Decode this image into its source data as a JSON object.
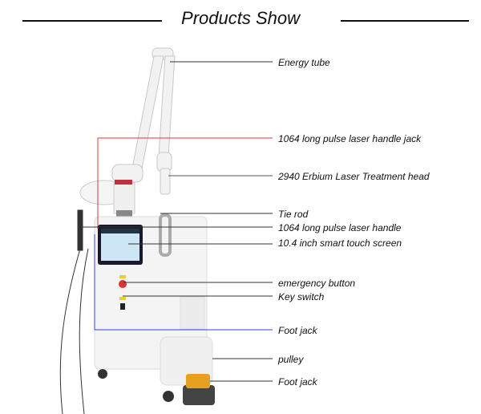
{
  "title": "Products Show",
  "labels": [
    "Energy tube",
    "1064 long pulse laser handle jack",
    "2940 Erbium Laser Treatment head",
    "Tie rod",
    "1064 long pulse laser handle",
    "10.4 inch smart touch screen",
    "emergency button",
    "Key switch",
    "Foot jack",
    "pulley",
    "Foot jack"
  ],
  "colors": {
    "red_leader": "#e8333a",
    "blue_leader": "#3344dd",
    "leader": "#333333"
  }
}
